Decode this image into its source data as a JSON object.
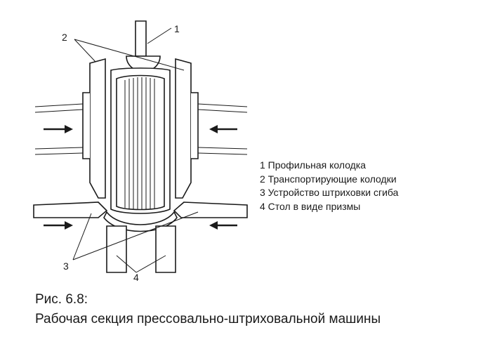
{
  "callouts": {
    "c1": "1",
    "c2": "2",
    "c3": "3",
    "c4": "4"
  },
  "legend": [
    "1  Профильная колодка",
    "2  Транспортирующие колодки",
    "3  Устройство штриховки сгиба",
    "4  Стол в виде призмы"
  ],
  "caption": {
    "number": "Рис. 6.8:",
    "title": "Рабочая секция прессовально-штриховальной машины"
  }
}
